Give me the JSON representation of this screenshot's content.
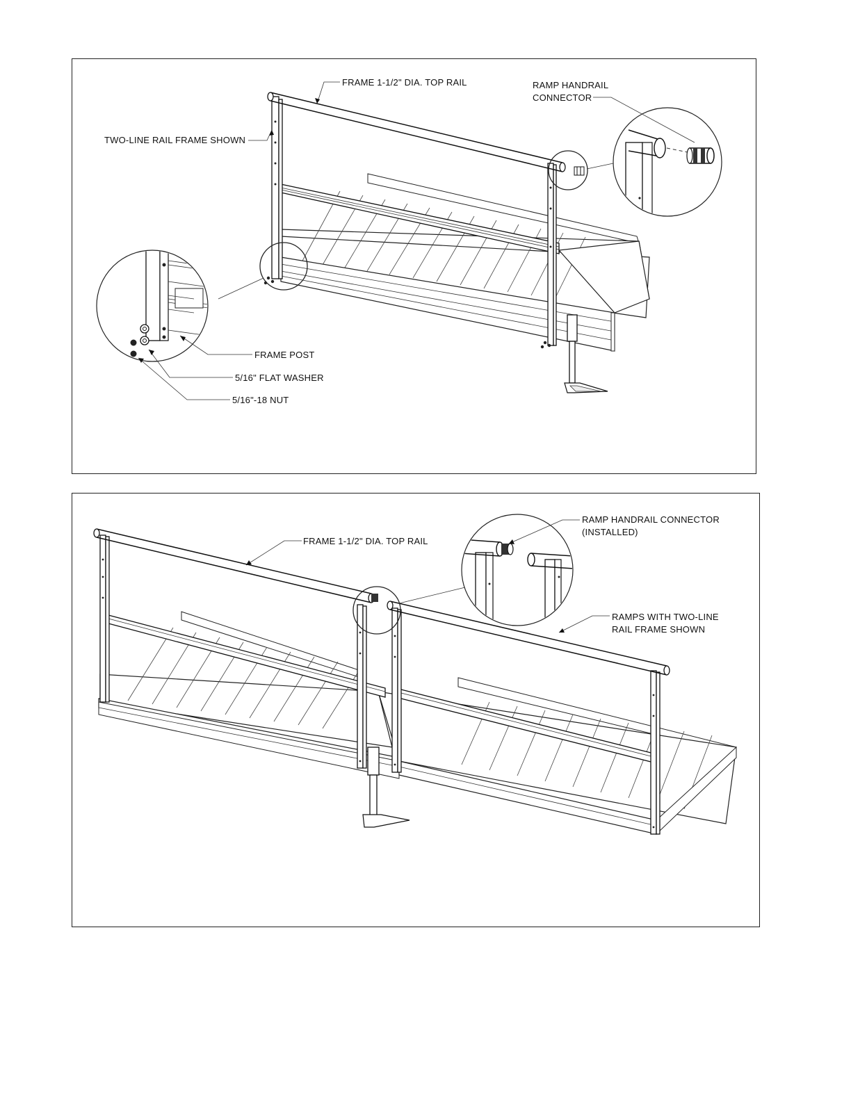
{
  "panel_top": {
    "callouts": {
      "top_rail": "FRAME 1-1/2\" DIA. TOP RAIL",
      "connector_line1": "RAMP HANDRAIL",
      "connector_line2": "CONNECTOR",
      "rail_frame": "TWO-LINE RAIL FRAME SHOWN",
      "frame_post": "FRAME POST",
      "flat_washer": "5/16\" FLAT WASHER",
      "nut": "5/16\"-18 NUT"
    }
  },
  "panel_bottom": {
    "callouts": {
      "top_rail": "FRAME 1-1/2\" DIA. TOP RAIL",
      "connector_line1": "RAMP HANDRAIL CONNECTOR",
      "connector_line2": "(INSTALLED)",
      "ramps_line1": "RAMPS WITH TWO-LINE",
      "ramps_line2": "RAIL FRAME SHOWN"
    }
  }
}
